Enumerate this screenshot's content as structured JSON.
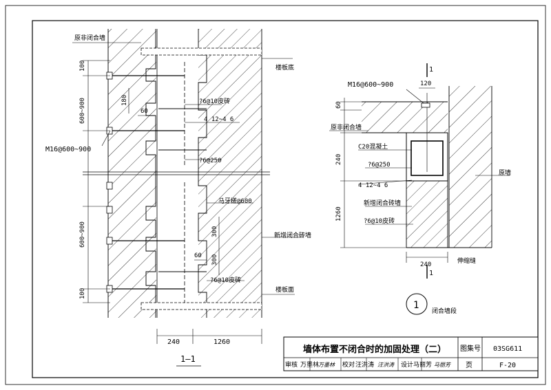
{
  "sheet": {
    "title": "墙体布置不闭合时的加固处理（二）",
    "atlas_label": "图集号",
    "atlas_no": "03SG611",
    "page_label": "页",
    "page_no": "F-20",
    "review_label": "审核",
    "review_name": "万墨林",
    "check_label": "校对",
    "check_name": "汪洪涛",
    "design_label": "设计",
    "design_name": "马丽芳",
    "signature_review": "万墨林",
    "signature_check": "汪洪涛",
    "signature_design": "马丽芳"
  },
  "section_view": {
    "section_label": "1—1",
    "orig_wall_label": "原非闭合墙",
    "floor_bottom_label": "楼板底",
    "floor_top_label": "楼板面",
    "new_wall_label": "新增闭合砖墙",
    "anchor_label": "M16@600~900",
    "tie_bar_label": "?6@10皮砖",
    "long_bars_label": "4 12~4 6",
    "stirrup_label": "?6@250",
    "toothing_label": "马牙槎@600",
    "tie_bar_label_2": "?6@10皮砖",
    "dims": {
      "d100_top": "100",
      "d600_900_top": "600~900",
      "d180": "180",
      "d60": "60",
      "d600_900_low": "600~900",
      "d100_low": "100",
      "d300a": "300",
      "d300b": "300",
      "d60b": "60",
      "w240": "240",
      "w1260": "1260"
    }
  },
  "detail_view": {
    "section_mark": "1",
    "anchor_label": "M16@600~900",
    "d120": "120",
    "d60": "60",
    "orig_wall_label": "原非闭合墙",
    "concrete_label": "C20混凝土",
    "d240": "240",
    "stirrup_label": "?6@250",
    "long_bars_label": "4 12~4 6",
    "new_wall_label": "新增闭合砖墙",
    "d1260": "1260",
    "tie_bar_label": "?6@10皮砖",
    "orig_wall_right_label": "原墙",
    "joint_label": "伸缩缝",
    "w240": "240",
    "detail_no": "1",
    "detail_caption": "闭合墙段"
  }
}
